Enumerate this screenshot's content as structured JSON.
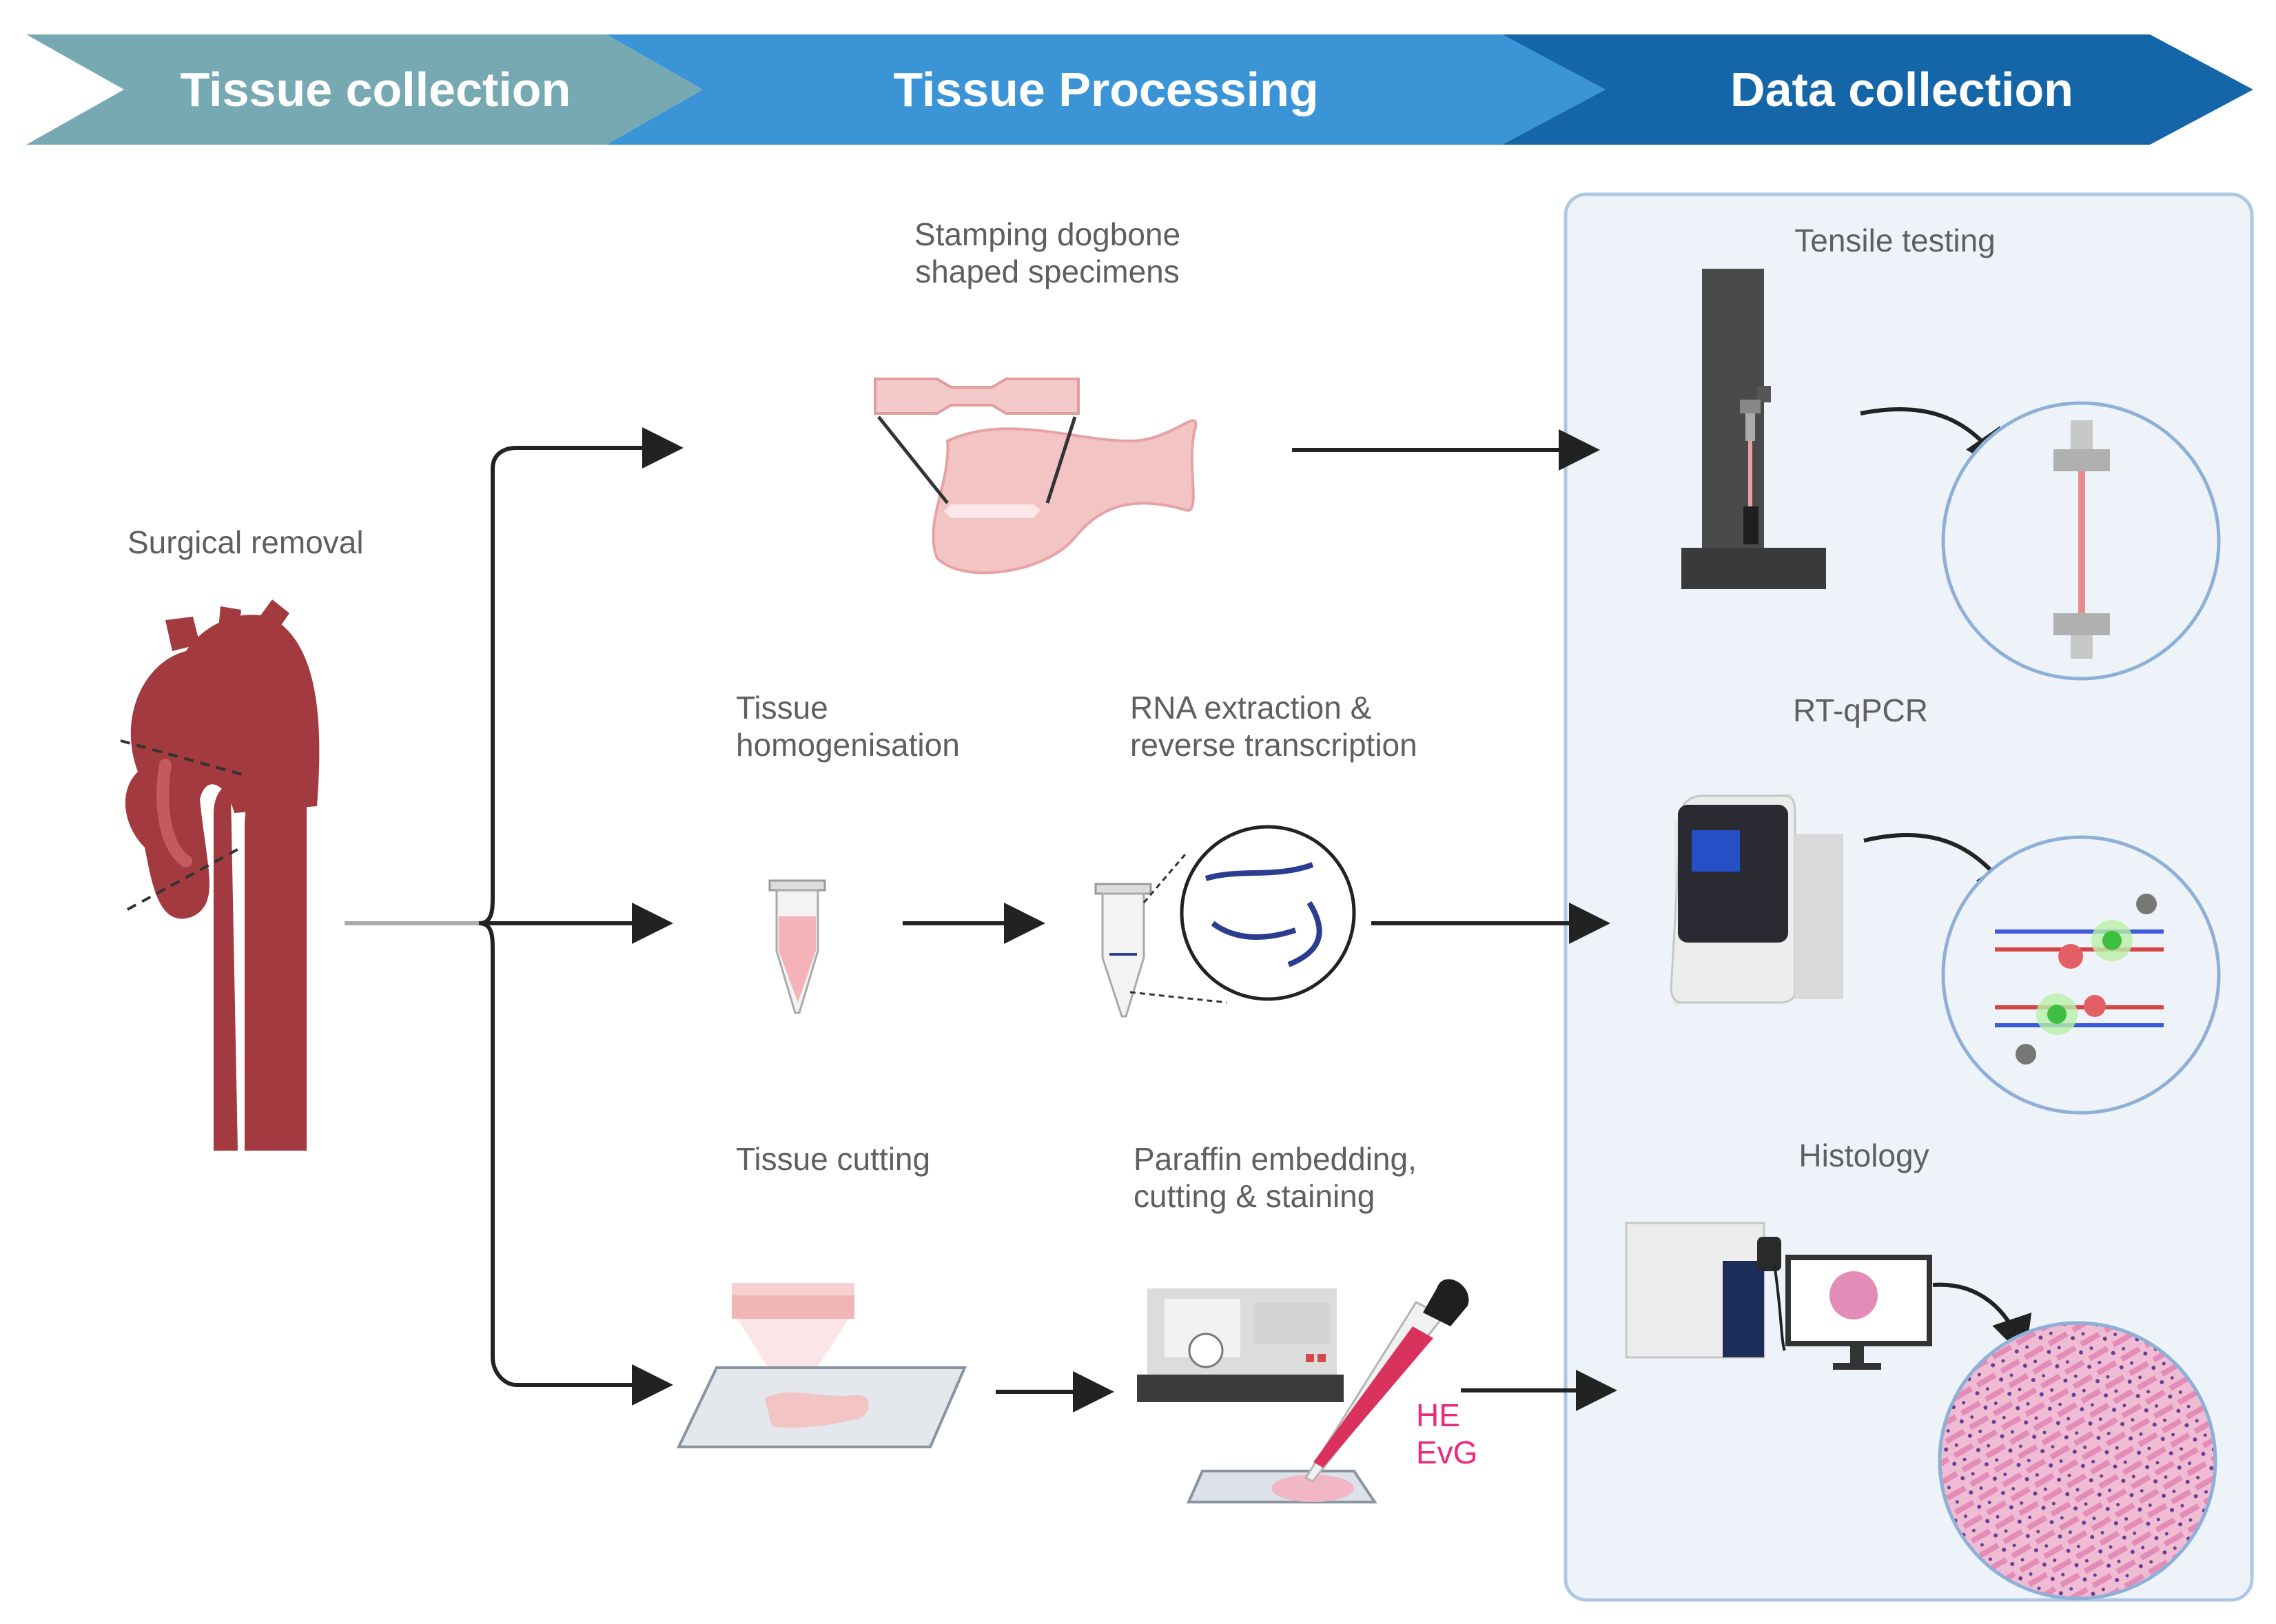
{
  "header": {
    "steps": [
      {
        "label": "Tissue collection",
        "color": "#77a9b3"
      },
      {
        "label": "Tissue Processing",
        "color": "#3a94d6"
      },
      {
        "label": "Data collection",
        "color": "#1566a8"
      }
    ]
  },
  "labels": {
    "surgical_removal": "Surgical removal",
    "stamping_line1": "Stamping dogbone",
    "stamping_line2": "shaped specimens",
    "homog_line1": "Tissue",
    "homog_line2": "homogenisation",
    "rna_line1": "RNA extraction &",
    "rna_line2": "reverse transcription",
    "cutting": "Tissue cutting",
    "paraffin_line1": "Paraffin embedding,",
    "paraffin_line2": "cutting & staining",
    "tensile": "Tensile testing",
    "rtqpcr": "RT-qPCR",
    "histology": "Histology",
    "stain_he": "HE",
    "stain_evg": "EvG"
  },
  "colors": {
    "aorta": "#a33a3f",
    "tissue": "#f2c4c4",
    "panel_bg": "#eef3fa",
    "panel_border": "#aec7e3",
    "stain": "#ec2a7b"
  }
}
